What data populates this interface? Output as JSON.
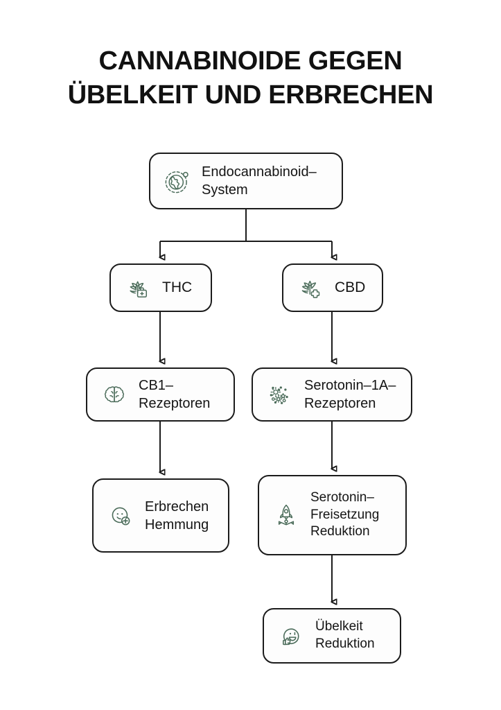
{
  "poster": {
    "background_color": "#ffffff",
    "title_lines": [
      "CANNABINOIDE GEGEN",
      "ÜBELKEIT UND ERBRECHEN"
    ],
    "title_color": "#111111",
    "node_border_color": "#1b1b1b",
    "node_fill_color": "#fdfdfd",
    "icon_color": "#4a6b59",
    "connector_color": "#1b1b1b"
  },
  "flow": {
    "nodes": [
      {
        "id": "ecs",
        "label": "Endocannabinoid–\nSystem",
        "icon": "globe-dashed-icon"
      },
      {
        "id": "thc",
        "label": "THC",
        "icon": "cannabis-leaf-medkit-icon"
      },
      {
        "id": "cbd",
        "label": "CBD",
        "icon": "cannabis-leaf-cross-icon"
      },
      {
        "id": "cb1",
        "label": "CB1–\nRezeptoren",
        "icon": "brain-icon"
      },
      {
        "id": "serotonin1a",
        "label": "Serotonin–1A–\nRezeptoren",
        "icon": "molecule-cluster-icon"
      },
      {
        "id": "erbrechen",
        "label": "Erbrechen\nHemmung",
        "icon": "smiley-plus-icon"
      },
      {
        "id": "freisetzung",
        "label": "Serotonin–\nFreisetzung\nReduktion",
        "icon": "rocket-icon"
      },
      {
        "id": "uebelkeit",
        "label": "Übelkeit\nReduktion",
        "icon": "smiley-thumbsup-icon"
      }
    ],
    "edges": [
      {
        "from": "ecs",
        "to": "thc",
        "style": "elbow-split"
      },
      {
        "from": "ecs",
        "to": "cbd",
        "style": "elbow-split"
      },
      {
        "from": "thc",
        "to": "cb1",
        "style": "elbow-left"
      },
      {
        "from": "cbd",
        "to": "serotonin1a",
        "style": "straight"
      },
      {
        "from": "cb1",
        "to": "erbrechen",
        "style": "straight"
      },
      {
        "from": "serotonin1a",
        "to": "freisetzung",
        "style": "straight"
      },
      {
        "from": "freisetzung",
        "to": "uebelkeit",
        "style": "straight"
      }
    ]
  }
}
